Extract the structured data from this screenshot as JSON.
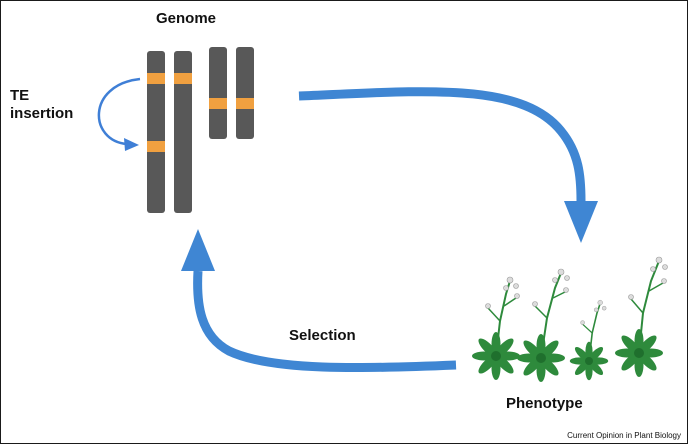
{
  "labels": {
    "genome": "Genome",
    "te_insertion_line1": "TE",
    "te_insertion_line2": "insertion",
    "selection": "Selection",
    "phenotype": "Phenotype"
  },
  "credit": "Current Opinion in Plant Biology",
  "colors": {
    "chromosome": "#585858",
    "te_band": "#f0a040",
    "arrow": "#3f86d3",
    "small_arrow": "#3f7fd6",
    "leaf": "#2e8a3c",
    "flower": "#dcdcdc",
    "border": "#1a1a1a"
  },
  "icons": [
    "curved-insertion-arrow-icon",
    "cycle-arrow-icon",
    "arabidopsis-plant-icon"
  ]
}
